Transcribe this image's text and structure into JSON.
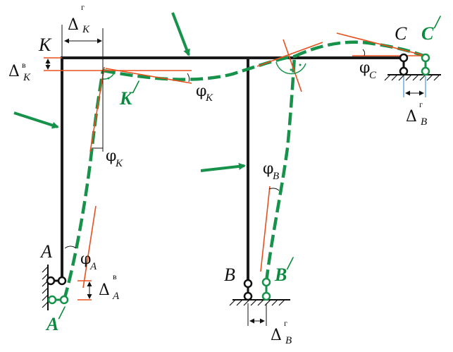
{
  "labels": {
    "K": "K",
    "K_prime": "K",
    "C": "C",
    "C_prime": "C",
    "A": "A",
    "A_prime": "A",
    "B": "B",
    "B_prime": "B",
    "prime_mark": "/"
  },
  "symbols": {
    "delta": "Δ",
    "phi": "φ",
    "sup_horizontal": "г",
    "sup_vertical": "в",
    "sub_K": "K",
    "sub_C": "C",
    "sub_A": "A",
    "sub_B": "B"
  },
  "colors": {
    "frame": "#1a1a1a",
    "deflected_shape": "#16924a",
    "tangent_lines": "#e8501e",
    "dimension_support": "#2a7fd6"
  }
}
